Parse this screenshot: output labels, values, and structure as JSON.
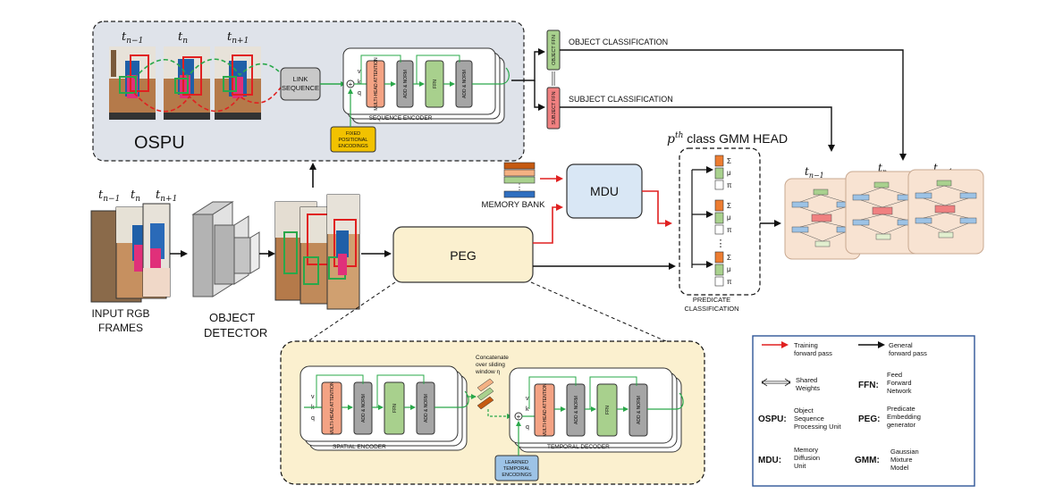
{
  "ospu": {
    "label": "OSPU",
    "frames": {
      "prev": "t",
      "prev_sub": "n−1",
      "cur": "t",
      "cur_sub": "n",
      "next": "t",
      "next_sub": "n+1"
    },
    "link_sequence": [
      "LINK",
      "SEQUENCE"
    ],
    "encoder_label": "SEQUENCE ENCODER",
    "inputs": {
      "v": "v",
      "k": "k",
      "q": "q"
    },
    "blocks": {
      "mha": "MULTI-HEAD ATTENTION",
      "add_norm": "ADD & NORM",
      "ffn": "FFN"
    },
    "positional": [
      "FIXED",
      "POSITIONAL",
      "ENCODINGS"
    ]
  },
  "heads": {
    "object_ffn": "OBJECT FFN",
    "subject_ffn": "SUBJECT FFN",
    "object_classification": "OBJECT  CLASSIFICATION",
    "subject_classification": "SUBJECT  CLASSIFICATION"
  },
  "input": {
    "frames": {
      "prev": "t",
      "prev_sub": "n−1",
      "cur": "t",
      "cur_sub": "n",
      "next": "t",
      "next_sub": "n+1"
    },
    "label": [
      "INPUT RGB",
      "FRAMES"
    ]
  },
  "detector": {
    "label": [
      "OBJECT",
      "DETECTOR"
    ]
  },
  "memory_bank": "MEMORY BANK",
  "mdu": "MDU",
  "peg": {
    "label": "PEG",
    "spatial_encoder": "SPATIAL ENCODER",
    "temporal_decoder": "TEMPORAL DECODER",
    "concatenate": [
      "Concatenate",
      "over sliding",
      "window η"
    ],
    "learned": [
      "LEARNED",
      "TEMPORAL",
      "ENCODINGS"
    ]
  },
  "gmm_head": {
    "title_p": "p",
    "title_sup": "th",
    "title_rest": " class  GMM HEAD",
    "params": [
      "Σ",
      "μ",
      "π"
    ],
    "dots": "⋮",
    "predicate_classification": [
      "PREDICATE",
      "CLASSIFICATION"
    ]
  },
  "output": {
    "frames": {
      "prev": "t",
      "prev_sub": "n−1",
      "cur": "t",
      "cur_sub": "n",
      "next": "t",
      "next_sub": "n+1"
    }
  },
  "legend": {
    "training": [
      "Training",
      "forward pass"
    ],
    "general": [
      "General",
      "forward pass"
    ],
    "shared": [
      "Shared",
      "Weights"
    ],
    "ffn_key": "FFN:",
    "ffn_val": [
      "Feed",
      "Forward",
      "Network"
    ],
    "ospu_key": "OSPU:",
    "ospu_val": [
      "Object",
      "Sequence",
      "Processing Unit"
    ],
    "peg_key": "PEG:",
    "peg_val": [
      "Predicate",
      "Embedding",
      "generator"
    ],
    "mdu_key": "MDU:",
    "mdu_val": [
      "Memory",
      "Diffusion",
      "Unit"
    ],
    "gmm_key": "GMM:",
    "gmm_val": [
      "Gaussian",
      "Mixture",
      "Model"
    ]
  },
  "colors": {
    "ospu_bg": "#dfe3ea",
    "peg_bg": "#fbf0cf",
    "mdu_bg": "#d9e7f5",
    "red_arrow": "#e02020",
    "green_flow": "#2aa84a",
    "mha_fill": "#f4a384",
    "add_norm_fill": "#a5a5a5",
    "ffn_fill": "#a8d08d",
    "positional_fill": "#f2c200",
    "learned_fill": "#9dc3e6",
    "graph_bg": "#f8e3d2"
  }
}
